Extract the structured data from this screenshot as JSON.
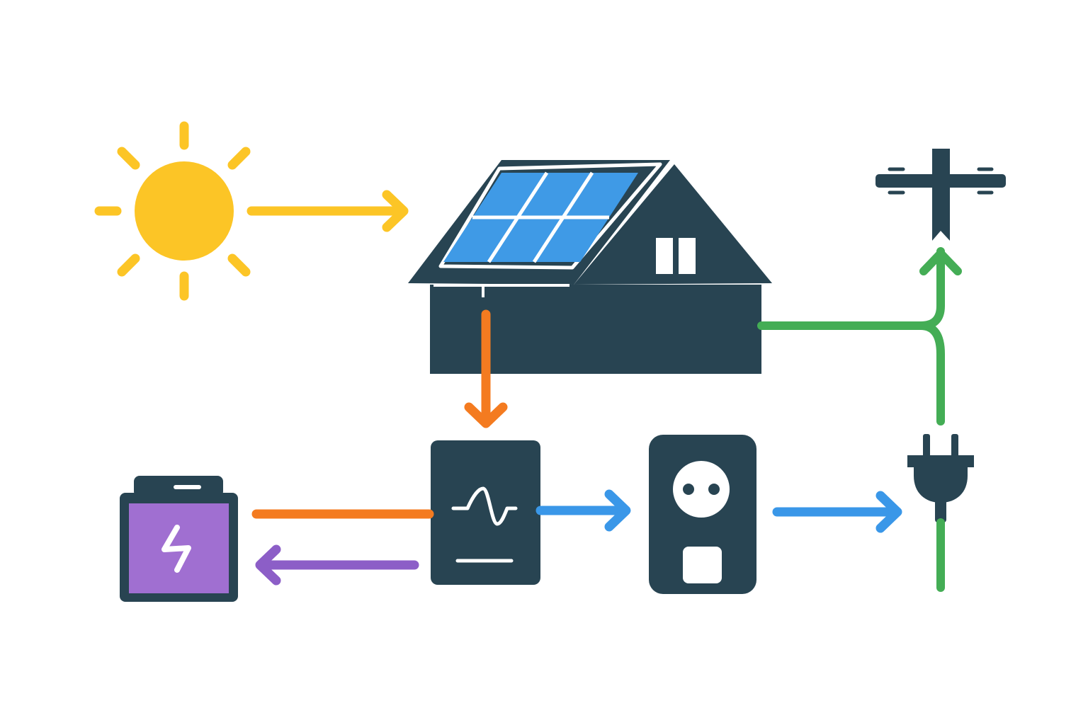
{
  "colors": {
    "dark": "#284452",
    "sun": "#FCC526",
    "panel": "#3F9AE6",
    "dc_flow": "#F47B20",
    "ac_flow": "#3A97E8",
    "grid_flow": "#44AD55",
    "battery": "#A06FD1",
    "battery_return": "#8C5EC7",
    "background": "#FFFFFF"
  },
  "diagram": {
    "nodes": [
      {
        "id": "sun",
        "icon": "sun-icon"
      },
      {
        "id": "house",
        "icon": "house-with-solar-panels-icon"
      },
      {
        "id": "inverter",
        "icon": "inverter-icon"
      },
      {
        "id": "battery",
        "icon": "battery-icon"
      },
      {
        "id": "outlet",
        "icon": "power-outlet-icon"
      },
      {
        "id": "plug",
        "icon": "power-plug-icon"
      },
      {
        "id": "grid",
        "icon": "utility-pole-icon"
      }
    ],
    "flows": [
      {
        "from": "sun",
        "to": "house",
        "color": "sun"
      },
      {
        "from": "house",
        "to": "inverter",
        "color": "dc_flow"
      },
      {
        "from": "inverter",
        "to": "battery",
        "color": "dc_flow"
      },
      {
        "from": "battery",
        "to": "inverter",
        "color": "battery_return"
      },
      {
        "from": "inverter",
        "to": "outlet",
        "color": "ac_flow"
      },
      {
        "from": "outlet",
        "to": "plug",
        "color": "ac_flow"
      },
      {
        "from": "house",
        "to": "grid",
        "color": "grid_flow"
      },
      {
        "from": "plug",
        "to": "grid",
        "color": "grid_flow"
      }
    ]
  }
}
